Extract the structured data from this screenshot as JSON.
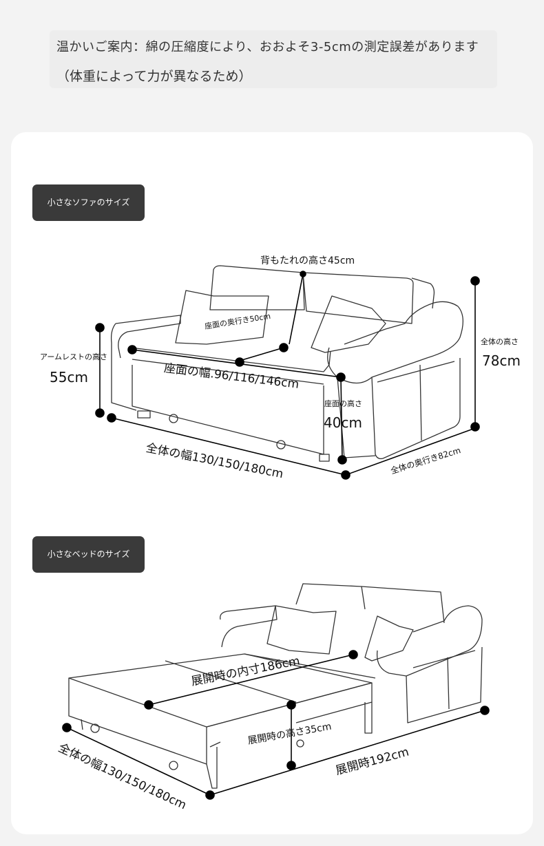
{
  "notice": {
    "line1": "温かいご案内：綿の圧縮度により、おおよそ3-5cmの測定誤差があります",
    "line2": "（体重によって力が異なるため）"
  },
  "sofa": {
    "tag": "小さなソファのサイズ",
    "back_height": "背もたれの高さ45cm",
    "seat_depth": "座面の奥行き50cm",
    "seat_width": "座面の幅.96/116/146cm",
    "arm_height_label": "アームレストの高さ",
    "arm_height_value": "55cm",
    "total_height_label": "全体の高さ",
    "total_height_value": "78cm",
    "seat_height_label": "座面の高さ",
    "seat_height_value": "40cm",
    "total_width": "全体の幅130/150/180cm",
    "total_depth": "全体の奥行き82cm"
  },
  "bed": {
    "tag": "小さなベッドのサイズ",
    "inner_length": "展開時の内寸186cm",
    "open_height": "展開時の高さ35cm",
    "open_length": "展開時192cm",
    "total_width": "全体の幅130/150/180cm"
  }
}
